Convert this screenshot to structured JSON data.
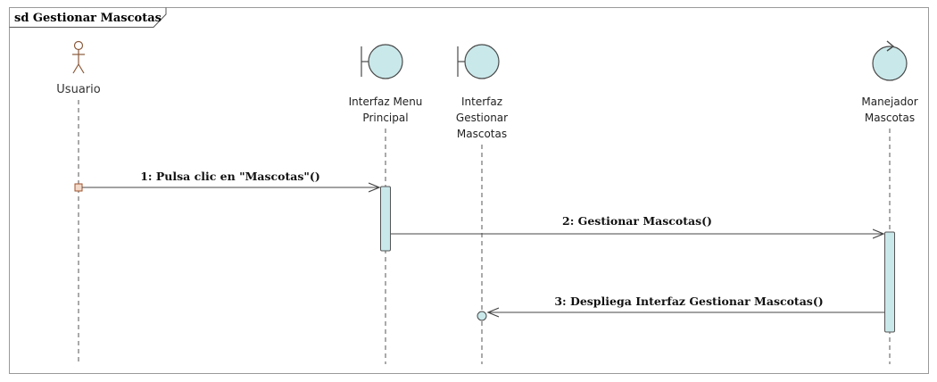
{
  "frame": {
    "title": "sd Gestionar Mascotas"
  },
  "lifelines": [
    {
      "id": "usuario",
      "kind": "actor",
      "label_lines": [
        "Usuario"
      ]
    },
    {
      "id": "menu",
      "kind": "boundary",
      "label_lines": [
        "Interfaz Menu",
        "Principal"
      ]
    },
    {
      "id": "gestionar",
      "kind": "boundary",
      "label_lines": [
        "Interfaz",
        "Gestionar",
        "Mascotas"
      ]
    },
    {
      "id": "manejador",
      "kind": "control",
      "label_lines": [
        "Manejador",
        "Mascotas"
      ]
    }
  ],
  "messages": [
    {
      "label": "1: Pulsa clic en \"Mascotas\"()",
      "from": "usuario",
      "to": "menu"
    },
    {
      "label": "2: Gestionar Mascotas()",
      "from": "menu",
      "to": "manejador"
    },
    {
      "label": "3: Despliega Interfaz Gestionar Mascotas()",
      "from": "manejador",
      "to": "gestionar"
    }
  ],
  "colors": {
    "element_fill": "#c9e8ea",
    "element_stroke": "#4a4a4a",
    "lifeline": "#555555",
    "frame": "#9a9a9a"
  }
}
